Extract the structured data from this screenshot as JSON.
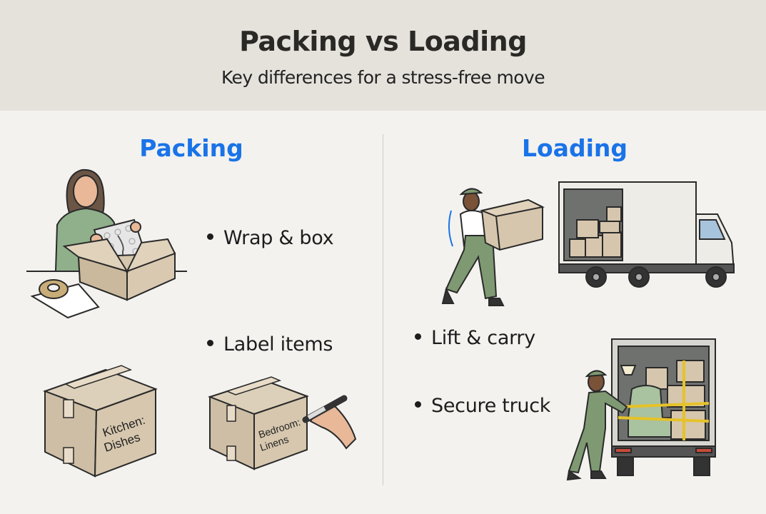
{
  "header": {
    "title": "Packing vs Loading",
    "subtitle": "Key differences for a stress-free move"
  },
  "packing": {
    "heading": "Packing",
    "bullets": [
      "Wrap & box",
      "Label items"
    ],
    "box_labels": [
      "Kitchen: Dishes",
      "Bedroom: Linens"
    ],
    "box_label_lines": [
      [
        "Kitchen:",
        "Dishes"
      ],
      [
        "Bedroom:",
        "Linens"
      ]
    ]
  },
  "loading": {
    "heading": "Loading",
    "bullets": [
      "Lift & carry",
      "Secure truck"
    ]
  },
  "colors": {
    "accent": "#1a73e8",
    "header_bg": "#e5e2dc",
    "page_bg": "#f3f2ef",
    "cardboard": "#d6c6ad",
    "worker_green": "#7f9a72"
  }
}
